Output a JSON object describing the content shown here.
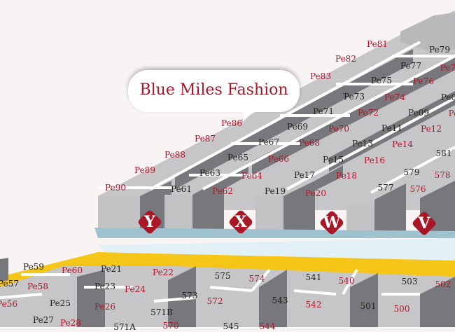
{
  "callout": {
    "text": "Blue Miles Fashion"
  },
  "entrances": [
    "Y",
    "X",
    "W",
    "V"
  ],
  "upper_stores": {
    "red": [
      "Pe90",
      "Pe89",
      "Pe88",
      "Pe87",
      "Pe86",
      "Pe83",
      "Pe82",
      "Pe81",
      "Pe7",
      "Pe62",
      "Pe64",
      "Pe66",
      "Pe68",
      "Pe70",
      "Pe72",
      "Pe74",
      "Pe76",
      "Pe20",
      "Pe18",
      "Pe16",
      "Pe14",
      "Pe12",
      "Pe",
      "576",
      "578"
    ],
    "black": [
      "Pe79",
      "Pe61",
      "Pe63",
      "Pe65",
      "Pe67",
      "Pe69",
      "Pe71",
      "Pe73",
      "Pe75",
      "Pe77",
      "Pe19",
      "Pe17",
      "Pe15",
      "Pe13",
      "Pe11",
      "Pe09",
      "Pe0",
      "577",
      "579",
      "581"
    ]
  },
  "lower_stores": {
    "red": [
      "Pe60",
      "Pe58",
      "Pe56",
      "Pe26",
      "Pe28",
      "Pe22",
      "Pe24",
      "570",
      "574",
      "572",
      "540",
      "542",
      "502",
      "500",
      "544"
    ],
    "black": [
      "Pe59",
      "Pe57",
      "Pe25",
      "Pe27",
      "Pe21",
      "Pe23",
      "571B",
      "575",
      "573",
      "541",
      "543",
      "503",
      "501",
      "545",
      "571A"
    ]
  },
  "colors": {
    "accent": "#a81728",
    "block_top": "#c6c6c8",
    "block_side": "#77787b",
    "corridor": "#f5c518",
    "platform": "#e2f1f8"
  }
}
